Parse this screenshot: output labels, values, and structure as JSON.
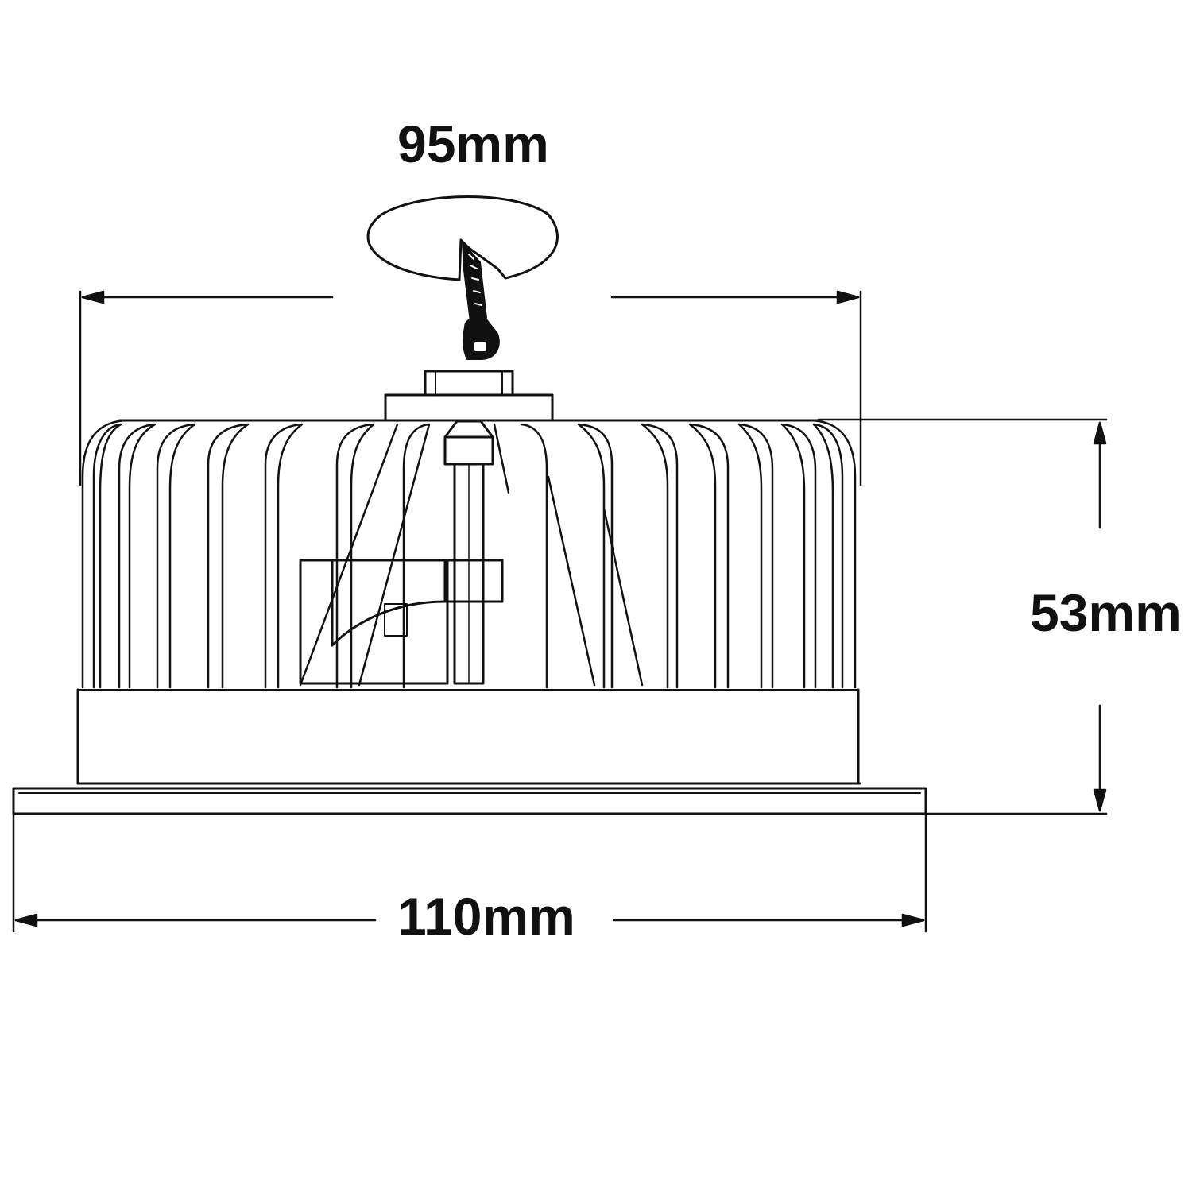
{
  "dimensions": {
    "cutout_diameter": "95mm",
    "height": "53mm",
    "outer_width": "110mm"
  },
  "colors": {
    "line": "#111111",
    "background": "#ffffff"
  },
  "icons": {
    "cutout": "saw-cutout-icon"
  }
}
